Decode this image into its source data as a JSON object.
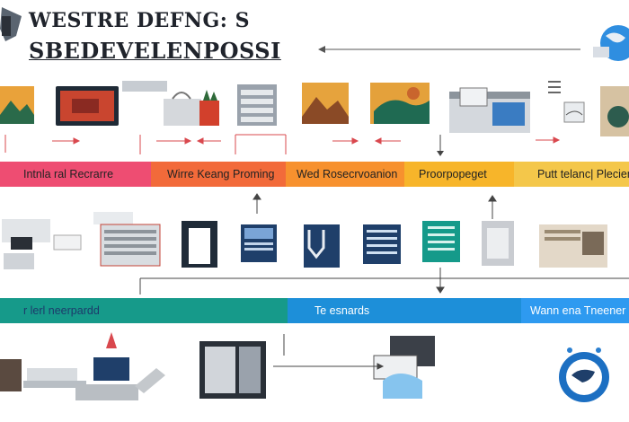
{
  "header": {
    "title_line1": "WESTRE DEFNG: S",
    "title_line2": "SBEDEVELENPOSSI"
  },
  "band_top": {
    "labels": [
      "Intnla ral Recrarre",
      "Wirre Keang Proming",
      "Wed Rosecrvoanion",
      "Proorpopeget",
      "Putt telanc| Plecien"
    ],
    "colors": [
      "#ee4d72",
      "#f26a3a",
      "#f7912e",
      "#f7b52a",
      "#f4c74a"
    ]
  },
  "band_bottom": {
    "labels": [
      "r lerl neerpardd",
      "Te esnards",
      "Wann ena Tneener"
    ],
    "colors": [
      "#169a8a",
      "#1d8fd9",
      "#2e9af0"
    ]
  },
  "icons": {
    "row1": [
      "landscape-photo-icon",
      "monitor-icon",
      "bag-icon",
      "server-rack-icon",
      "landscape-photo-icon",
      "landscape-photo-icon",
      "browser-window-icon",
      "card-icon"
    ],
    "row2": [
      "desk-computer-icon",
      "browser-window-icon",
      "document-icon",
      "document-icon",
      "document-icon",
      "document-icon",
      "document-icon",
      "browser-window-icon"
    ],
    "row3": [
      "router-icon",
      "network-tower-icon",
      "server-rack-icon",
      "laptop-icon",
      "globe-icon"
    ]
  }
}
